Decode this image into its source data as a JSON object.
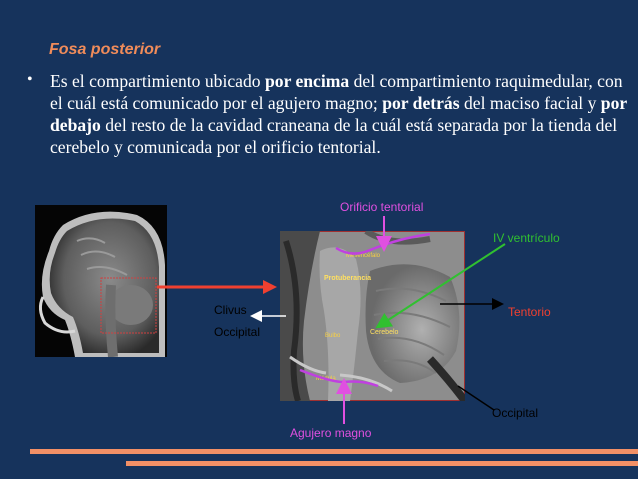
{
  "slide": {
    "heading": "Fosa posterior",
    "bullet": "•",
    "paragraph": {
      "t1": "Es el compartimiento ubicado ",
      "b1": "por encima",
      "t2": " del compartimiento raquimedular, con el cuál está comunicado por el agujero magno; ",
      "b2": "por detrás",
      "t3": " del maciso facial y ",
      "b3": "por debajo",
      "t4": " del resto de la cavidad craneana de la cuál está separada por la tienda del cerebelo y comunicada por el orificio tentorial."
    }
  },
  "labels": {
    "orificio": "Orificio tentorial",
    "ventriculo": "IV ventrículo",
    "clivus": "Clivus",
    "occipital_left": "Occipital",
    "tentorio": "Tentorio",
    "occipital_right": "Occipital",
    "agujero": "Agujero magno"
  },
  "mri_labels": {
    "mesencefalo": "Mesencéfalo",
    "protuberancia": "Protuberancia",
    "bulbo": "Bulbo",
    "cerebelo": "Cerebelo",
    "medula": "Médula"
  },
  "colors": {
    "background": "#16335c",
    "heading": "#f08c5a",
    "accent_pink": "#e050e0",
    "accent_green": "#30c030",
    "accent_red": "#f04030",
    "footer": "#f29066"
  }
}
